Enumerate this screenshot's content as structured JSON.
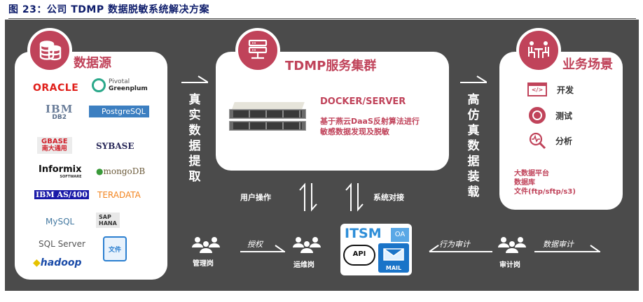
{
  "figure": {
    "title": "图 23：公司 TDMP 数据脱敏系统解决方案"
  },
  "data_source": {
    "title": "数据源",
    "icon": "database-icon",
    "logos": [
      {
        "name": "ORACLE",
        "color": "#e0201b"
      },
      {
        "name": "Pivotal Greenplum",
        "line1": "Pivotal",
        "line2": "Greenplum",
        "color": "#2aa88a"
      },
      {
        "name": "IBM DB2",
        "line1": "IBM",
        "line2": "DB2",
        "color": "#5a6e8a"
      },
      {
        "name": "PostgreSQL",
        "color": "#336791"
      },
      {
        "name": "GBASE 南大通用",
        "line1": "GBASE",
        "line2": "南大通用",
        "color": "#d0202a"
      },
      {
        "name": "SYBASE",
        "color": "#2a2a5a"
      },
      {
        "name": "Informix",
        "line1": "Informix",
        "line2": "SOFTWARE",
        "color": "#111111"
      },
      {
        "name": "mongoDB",
        "color": "#6b5a3a"
      },
      {
        "name": "IBM AS/400",
        "color": "#1a1aa8"
      },
      {
        "name": "TERADATA",
        "color": "#f3851f"
      },
      {
        "name": "MySQL",
        "color": "#4479a1"
      },
      {
        "name": "SAP HANA",
        "line1": "SAP",
        "line2": "HANA",
        "color": "#333333"
      },
      {
        "name": "SQL Server",
        "color": "#555555"
      },
      {
        "name": "文件",
        "color": "#2b7fd0"
      },
      {
        "name": "hadoop",
        "color": "#1a4ba8"
      }
    ]
  },
  "extract_label": "真实数据提取",
  "tdmp": {
    "title": "TDMP服务集群",
    "icon": "server-icon",
    "docker_label": "DOCKER/SERVER",
    "desc_line1": "基于燕云DaaS反射算法进行",
    "desc_line2": "敏感数据发现及脱敏"
  },
  "load_label": "高仿真数据装载",
  "business": {
    "title": "业务场景",
    "icon": "meeting-icon",
    "items": [
      {
        "label": "开发",
        "icon": "code-icon"
      },
      {
        "label": "测试",
        "icon": "disc-icon"
      },
      {
        "label": "分析",
        "icon": "magnifier-pulse-icon"
      }
    ],
    "targets": [
      "大数据平台",
      "数据库",
      "文件(ftp/sftp/s3)"
    ]
  },
  "flow": {
    "user_op": "用户操作",
    "system_dock": "系统对接",
    "auth": "授权",
    "behavior_audit": "行为审计",
    "data_audit": "数据审计",
    "roles": {
      "admin": "管理岗",
      "ops": "运维岗",
      "audit": "审计岗"
    },
    "itsm": {
      "itsm": "ITSM",
      "oa": "OA",
      "api": "API",
      "mail": "MAIL"
    }
  },
  "colors": {
    "accent": "#c0435a",
    "canvas": "#4b4b4b",
    "title": "#0d1c6b"
  }
}
